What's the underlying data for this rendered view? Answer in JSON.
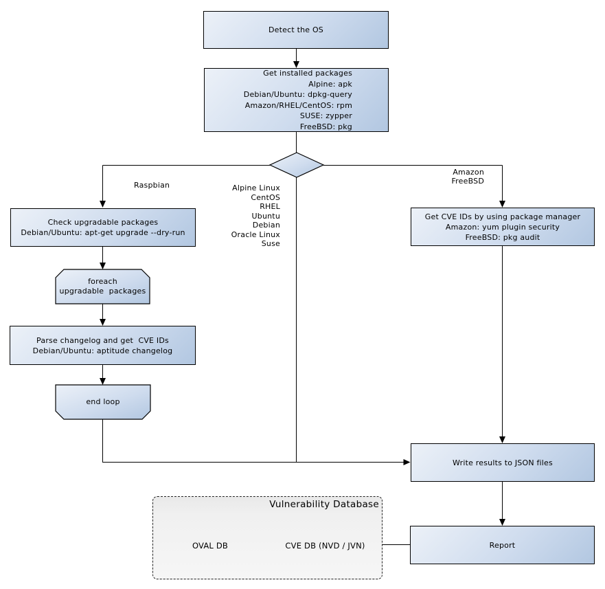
{
  "nodes": {
    "detect_os": "Detect the OS",
    "get_packages": "Get installed packages\nAlpine: apk\nDebian/Ubuntu: dpkg-query\nAmazon/RHEL/CentOS: rpm\nSUSE: zypper\nFreeBSD: pkg",
    "check_upgradable": "Check upgradable packages\nDebian/Ubuntu: apt-get upgrade --dry-run",
    "foreach_loop": "foreach\nupgradable  packages",
    "parse_changelog": "Parse changelog and get  CVE IDs\nDebian/Ubuntu: aptitude changelog",
    "end_loop": "end loop",
    "get_cve_ids": "Get CVE IDs by using package manager\nAmazon: yum plugin security\nFreeBSD: pkg audit",
    "write_results": "Write results to JSON files",
    "report": "Report"
  },
  "edge_labels": {
    "left_branch": "Raspbian",
    "middle_branch": "Alpine Linux\nCentOS\nRHEL\nUbuntu\nDebian\nOracle Linux\nSuse",
    "right_branch": "Amazon\nFreeBSD"
  },
  "database": {
    "title": "Vulnerability Database",
    "cylinders": [
      {
        "label": "OVAL DB"
      },
      {
        "label": "CVE DB (NVD / JVN)"
      }
    ]
  },
  "colors": {
    "node_fill_light": "#ecf1f8",
    "node_fill_dark": "#b2c7e1",
    "node_border": "#000000",
    "connector": "#000000",
    "db_container_fill": "#f0f0f0"
  }
}
